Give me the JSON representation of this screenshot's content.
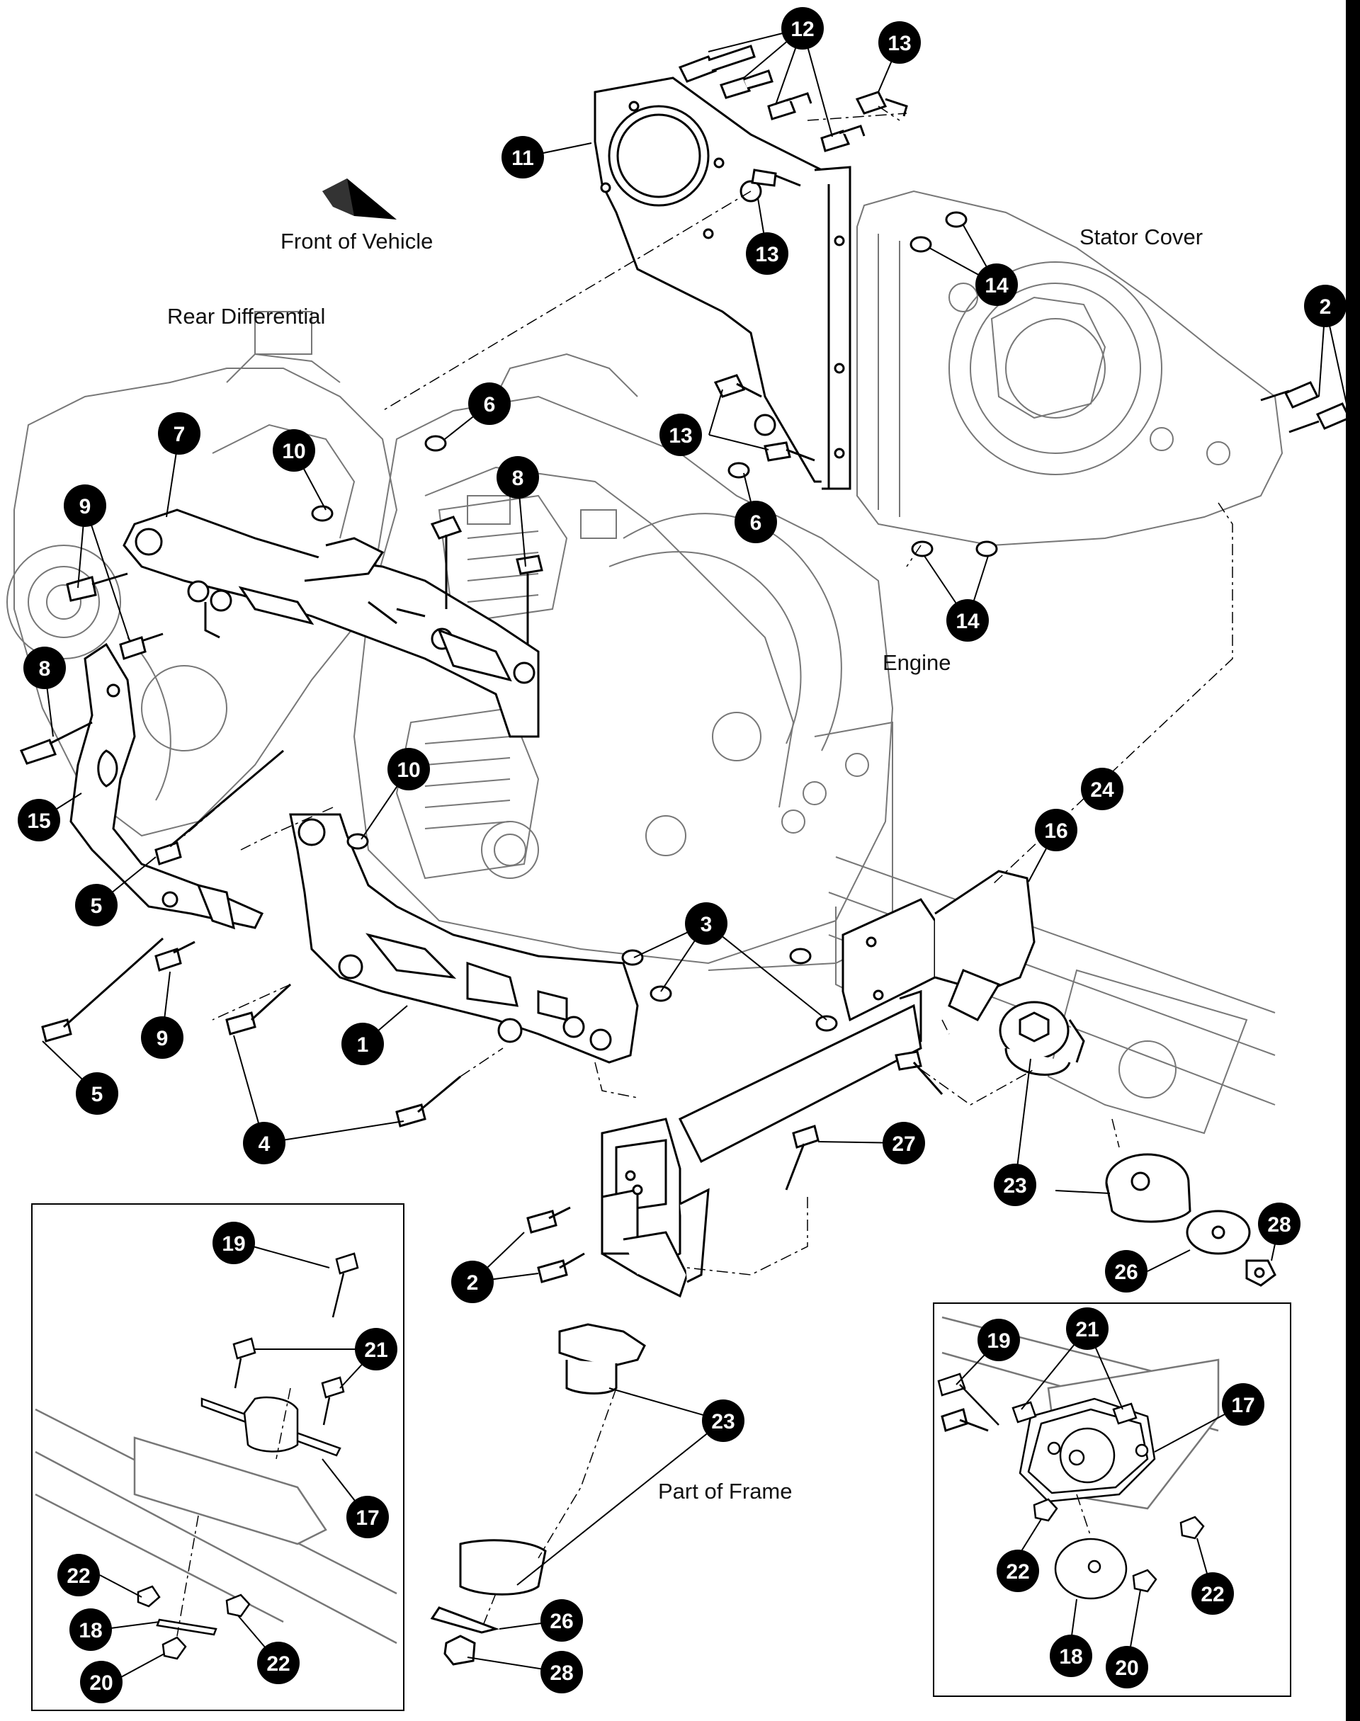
{
  "labels": {
    "front_of_vehicle": "Front of Vehicle",
    "stator_cover": "Stator Cover",
    "rear_differential": "Rear Differential",
    "engine": "Engine",
    "part_of_frame": "Part of Frame"
  },
  "callouts": [
    {
      "id": "c1",
      "text": "1"
    },
    {
      "id": "c2a",
      "text": "2"
    },
    {
      "id": "c2b",
      "text": "2"
    },
    {
      "id": "c3",
      "text": "3"
    },
    {
      "id": "c4",
      "text": "4"
    },
    {
      "id": "c5a",
      "text": "5"
    },
    {
      "id": "c5b",
      "text": "5"
    },
    {
      "id": "c6a",
      "text": "6"
    },
    {
      "id": "c6b",
      "text": "6"
    },
    {
      "id": "c7",
      "text": "7"
    },
    {
      "id": "c8a",
      "text": "8"
    },
    {
      "id": "c8b",
      "text": "8"
    },
    {
      "id": "c9a",
      "text": "9"
    },
    {
      "id": "c9b",
      "text": "9"
    },
    {
      "id": "c10a",
      "text": "10"
    },
    {
      "id": "c10b",
      "text": "10"
    },
    {
      "id": "c11",
      "text": "11"
    },
    {
      "id": "c12",
      "text": "12"
    },
    {
      "id": "c13a",
      "text": "13"
    },
    {
      "id": "c13b",
      "text": "13"
    },
    {
      "id": "c13c",
      "text": "13"
    },
    {
      "id": "c14a",
      "text": "14"
    },
    {
      "id": "c14b",
      "text": "14"
    },
    {
      "id": "c15",
      "text": "15"
    },
    {
      "id": "c16",
      "text": "16"
    },
    {
      "id": "c17a",
      "text": "17"
    },
    {
      "id": "c17b",
      "text": "17"
    },
    {
      "id": "c18a",
      "text": "18"
    },
    {
      "id": "c18b",
      "text": "18"
    },
    {
      "id": "c19a",
      "text": "19"
    },
    {
      "id": "c19b",
      "text": "19"
    },
    {
      "id": "c20a",
      "text": "20"
    },
    {
      "id": "c20b",
      "text": "20"
    },
    {
      "id": "c21a",
      "text": "21"
    },
    {
      "id": "c21b",
      "text": "21"
    },
    {
      "id": "c22a",
      "text": "22"
    },
    {
      "id": "c22b",
      "text": "22"
    },
    {
      "id": "c22c",
      "text": "22"
    },
    {
      "id": "c22d",
      "text": "22"
    },
    {
      "id": "c23a",
      "text": "23"
    },
    {
      "id": "c23b",
      "text": "23"
    },
    {
      "id": "c24",
      "text": "24"
    },
    {
      "id": "c26a",
      "text": "26"
    },
    {
      "id": "c26b",
      "text": "26"
    },
    {
      "id": "c27",
      "text": "27"
    },
    {
      "id": "c28a",
      "text": "28"
    },
    {
      "id": "c28b",
      "text": "28"
    }
  ]
}
